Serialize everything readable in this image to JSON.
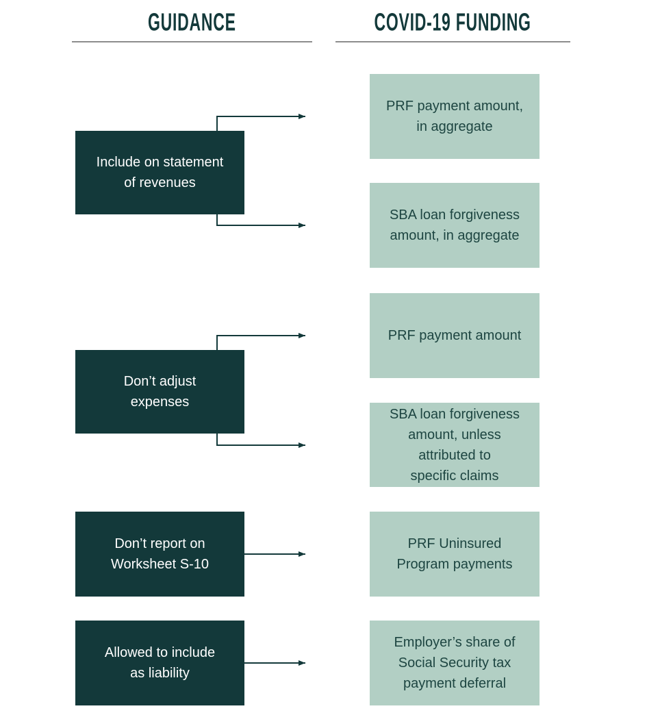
{
  "colors": {
    "dark_teal": "#13393a",
    "light_green": "#b2cfc4",
    "light_box_text": "#1d4541",
    "dark_box_text": "#ffffff",
    "header_text": "#13393a",
    "underline_gray": "#8c8c8c",
    "background": "#ffffff"
  },
  "headers": {
    "guidance": "GUIDANCE",
    "funding": "COVID-19 FUNDING"
  },
  "guidance_boxes": [
    {
      "id": "g1",
      "label": "Include on statement\nof revenues"
    },
    {
      "id": "g2",
      "label": "Don’t adjust\nexpenses"
    },
    {
      "id": "g3",
      "label": "Don’t report on\nWorksheet S-10"
    },
    {
      "id": "g4",
      "label": "Allowed to include\nas liability"
    }
  ],
  "funding_boxes": [
    {
      "id": "f1",
      "label": "PRF payment amount,\nin aggregate"
    },
    {
      "id": "f2",
      "label": "SBA loan forgiveness\namount, in aggregate"
    },
    {
      "id": "f3",
      "label": "PRF payment amount"
    },
    {
      "id": "f4",
      "label": "SBA loan forgiveness\namount, unless\nattributed to\nspecific claims"
    },
    {
      "id": "f5",
      "label": "PRF Uninsured\nProgram payments"
    },
    {
      "id": "f6",
      "label": "Employer’s share of\nSocial Security tax\npayment deferral"
    }
  ],
  "connections": [
    {
      "from": "g1",
      "to": "f1"
    },
    {
      "from": "g1",
      "to": "f2"
    },
    {
      "from": "g2",
      "to": "f3"
    },
    {
      "from": "g2",
      "to": "f4"
    },
    {
      "from": "g3",
      "to": "f5"
    },
    {
      "from": "g4",
      "to": "f6"
    }
  ]
}
